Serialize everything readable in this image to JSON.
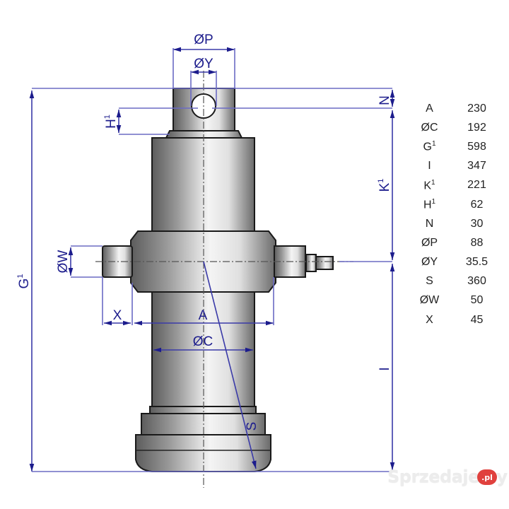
{
  "diagram": {
    "title": "Hydraulic telescopic cylinder dimension drawing",
    "dimension_labels": {
      "P": "ØP",
      "Y": "ØY",
      "N": "N",
      "H1": "H",
      "H1_sup": "1",
      "K1": "K",
      "K1_sup": "1",
      "G1": "G",
      "G1_sup": "1",
      "W": "ØW",
      "X": "X",
      "A": "A",
      "C": "ØC",
      "I": "I",
      "S": "S"
    },
    "colors": {
      "dimension_text": "#1c1c8c",
      "dimension_line": "#6b6bc4",
      "body_dark": "#6e6e6e",
      "body_light": "#f2f2f2"
    }
  },
  "spec_table": [
    {
      "label": "A",
      "sup": "",
      "value": "230"
    },
    {
      "label": "ØC",
      "sup": "",
      "value": "192"
    },
    {
      "label": "G",
      "sup": "1",
      "value": "598"
    },
    {
      "label": "I",
      "sup": "",
      "value": "347"
    },
    {
      "label": "K",
      "sup": "1",
      "value": "221"
    },
    {
      "label": "H",
      "sup": "1",
      "value": "62"
    },
    {
      "label": "N",
      "sup": "",
      "value": "30"
    },
    {
      "label": "ØP",
      "sup": "",
      "value": "88"
    },
    {
      "label": "ØY",
      "sup": "",
      "value": "35.5"
    },
    {
      "label": "S",
      "sup": "",
      "value": "360"
    },
    {
      "label": "ØW",
      "sup": "",
      "value": "50"
    },
    {
      "label": "X",
      "sup": "",
      "value": "45"
    }
  ],
  "watermark": {
    "text": "Sprzedajemy",
    "badge": ".pl"
  }
}
